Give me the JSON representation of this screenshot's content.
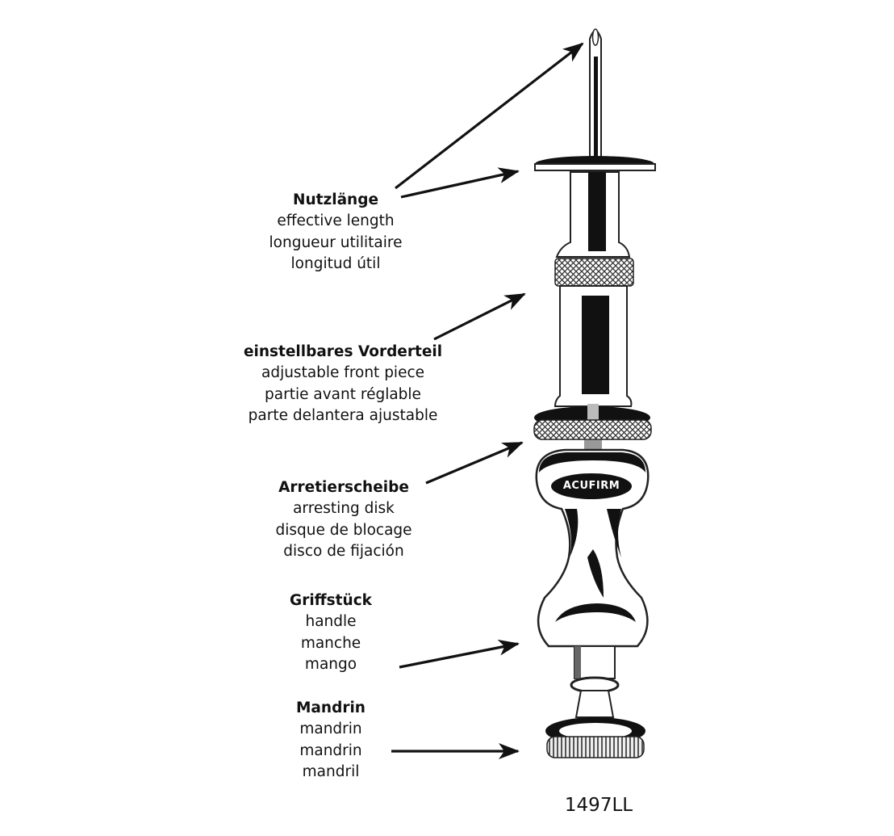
{
  "labels": [
    {
      "title": "Nutzlänge",
      "lines": [
        "effective length",
        "longueur utilitaire",
        "longitud útil"
      ]
    },
    {
      "title": "einstellbares Vorderteil",
      "lines": [
        "adjustable front piece",
        "partie avant réglable",
        "parte delantera ajustable"
      ]
    },
    {
      "title": "Arretierscheibe",
      "lines": [
        "arresting disk",
        "disque de blocage",
        "disco de fijación"
      ]
    },
    {
      "title": "Griffstück",
      "lines": [
        "handle",
        "manche",
        "mango"
      ]
    },
    {
      "title": "Mandrin",
      "lines": [
        "mandrin",
        "mandrin",
        "mandril"
      ]
    }
  ],
  "brand": "ACUFIRM",
  "model_number": "1497LL"
}
